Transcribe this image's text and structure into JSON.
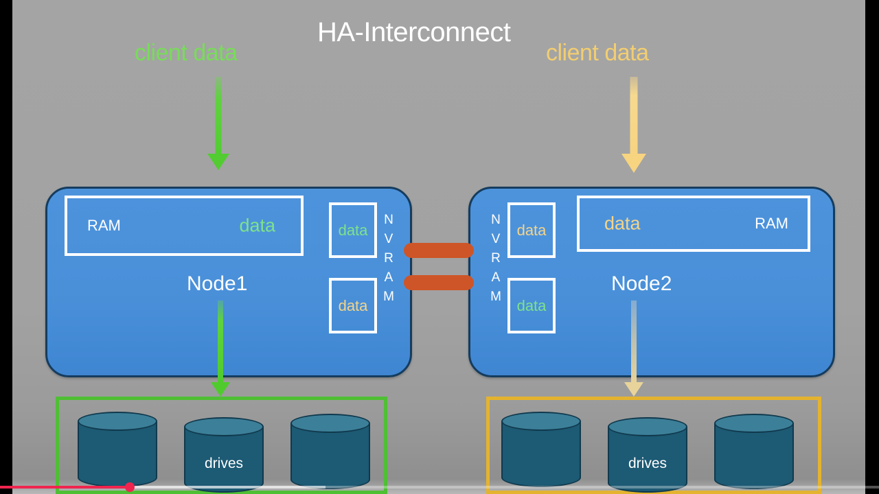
{
  "media": {
    "background_color": "#a2a2a2",
    "letterbox_color": "#000000"
  },
  "diagram": {
    "title": "HA-Interconnect",
    "client_flow_left_label": "client data",
    "client_flow_right_label": "client data",
    "colors": {
      "client_left": "#78dc5a",
      "client_right": "#f2ce71",
      "node_fill": "#4a90d9",
      "node_border": "#153c5e",
      "interconnect_bar": "#ce5527",
      "shelf_left_border": "#4fbf34",
      "shelf_right_border": "#e4b32f",
      "drive_body": "#1d5a74",
      "drive_top": "#3c7f98"
    },
    "node1": {
      "name": "Node1",
      "ram_label": "RAM",
      "ram_data": "data",
      "ram_data_color": "#7de28b",
      "nvram_label": "NVRAM",
      "nvram_letters": [
        "N",
        "V",
        "R",
        "A",
        "M"
      ],
      "nvram_boxes": [
        {
          "text": "data",
          "color": "#7de28b"
        },
        {
          "text": "data",
          "color": "#f4d489"
        }
      ]
    },
    "node2": {
      "name": "Node2",
      "ram_label": "RAM",
      "ram_data": "data",
      "ram_data_color": "#f4d489",
      "nvram_label": "NVRAM",
      "nvram_letters": [
        "N",
        "V",
        "R",
        "A",
        "M"
      ],
      "nvram_boxes": [
        {
          "text": "data",
          "color": "#f4d489"
        },
        {
          "text": "data",
          "color": "#7de28b"
        }
      ]
    },
    "shelf_left": {
      "label": "drives",
      "drive_count": 3
    },
    "shelf_right": {
      "label": "drives",
      "drive_count": 3
    },
    "arrows": {
      "top_left": "down-arrow-green",
      "top_right": "down-arrow-yellow",
      "node1_to_drives": "down-arrow-green",
      "node2_to_drives": "down-arrow-yellow"
    },
    "interconnect_bars": 2
  },
  "player": {
    "played_fraction": 0.148,
    "loaded_fraction": 0.37,
    "played_color": "#f0254f",
    "scrubber": "scrubber-handle"
  }
}
